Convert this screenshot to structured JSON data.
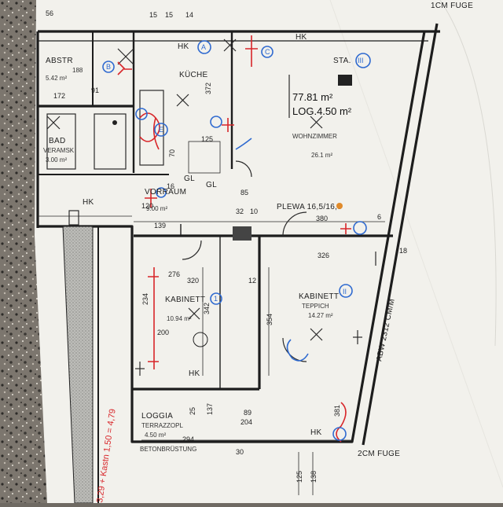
{
  "plan": {
    "top_label": "1CM FUGE",
    "bottom_label": "2CM FUGE",
    "side_label": "ABW 2312 CM/M",
    "plewa_label": "PLEWA 16,5/16,5",
    "sta_label": "STA.",
    "sta_numeral": "III",
    "area_main": "77.81 m²",
    "area_log": "LOG.4.50 m²",
    "hk_labels": [
      "HK",
      "HK",
      "HK",
      "HK",
      "HK"
    ],
    "gl_labels": [
      "GL",
      "GL"
    ],
    "note_handwritten": "3,29 + Kastn 1,50 = 4,79",
    "circle_marks": [
      "A",
      "C",
      "B",
      "E"
    ]
  },
  "rooms": {
    "abstr": {
      "name": "ABSTR",
      "area": "5.42 m²",
      "code": "188"
    },
    "kueche": {
      "name": "KÜCHE",
      "dim": "372"
    },
    "bad": {
      "name": "BAD",
      "sub": "VERAMSK",
      "area": "3.00 m²"
    },
    "vorraum": {
      "name": "VORRAUM",
      "area": "9.00 m²"
    },
    "wohnzimmer": {
      "name": "WOHNZIMMER",
      "area": "26.1 m²"
    },
    "kabinett_left": {
      "name": "KABINETT",
      "area": "10.94 m²",
      "badge": "1"
    },
    "kabinett_right": {
      "name": "KABINETT",
      "sub": "TEPPICH",
      "area": "14.27 m²",
      "badge": "II"
    },
    "loggia": {
      "name": "LOGGIA",
      "sub": "TERRAZZOPL",
      "area": "4.50 m²",
      "sub2": "BETONBRÜSTUNG",
      "dim": "294"
    }
  },
  "dimensions": [
    "56",
    "15",
    "14",
    "125",
    "91",
    "172",
    "120",
    "139",
    "32",
    "10",
    "85",
    "380",
    "326",
    "18",
    "276",
    "320",
    "234",
    "342",
    "354",
    "12",
    "137",
    "89",
    "204",
    "125",
    "138",
    "6",
    "70",
    "200",
    "381",
    "30",
    "16",
    "15",
    "25"
  ],
  "colors": {
    "paper": "#f2f1ec",
    "ink": "#1d1d1d",
    "red_pen": "#d8262a",
    "blue_pen": "#2f6ad0",
    "counter": "#6f6a63"
  }
}
